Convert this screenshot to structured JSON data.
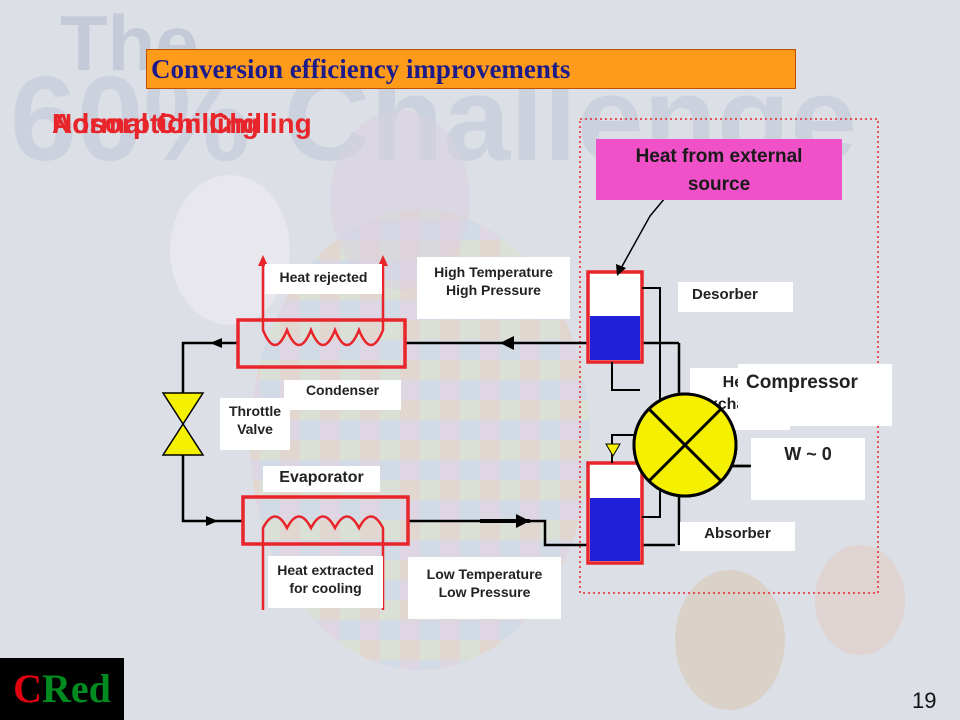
{
  "slide": {
    "title": "Conversion efficiency improvements",
    "heading": "Adsorption Chilling",
    "heading_overlap": "Normal Chilling",
    "page_number": "19"
  },
  "background": {
    "watermark_line1": "The",
    "watermark_line2": "60% Challenge"
  },
  "labels": {
    "heat_rejected": "Heat rejected",
    "high_temp": "High Temperature",
    "high_pressure": "High Pressure",
    "condenser": "Condenser",
    "throttle_line1": "Throttle",
    "throttle_line2": "Valve",
    "evaporator": "Evaporator",
    "heat_extracted_line1": "Heat extracted",
    "heat_extracted_line2": "for cooling",
    "low_temp": "Low Temperature",
    "low_pressure": "Low Pressure",
    "heat_external_line1": "Heat from external",
    "heat_external_line2": "source",
    "desorber": "Desorber",
    "heat_exchanger_line1": "Heat",
    "heat_exchanger_line2": "exchanger",
    "compressor": "Compressor",
    "work": "W ~ 0",
    "absorber": "Absorber"
  },
  "logo": {
    "letter_c": "C",
    "letters_red": "Red"
  },
  "colors": {
    "accent_red": "#e8252a",
    "title_bar": "#ff9b1a",
    "title_text": "#1b1b8a",
    "pink": "#f050c8",
    "tank_blue": "#2020d8",
    "valve_yellow": "#f5f000"
  }
}
